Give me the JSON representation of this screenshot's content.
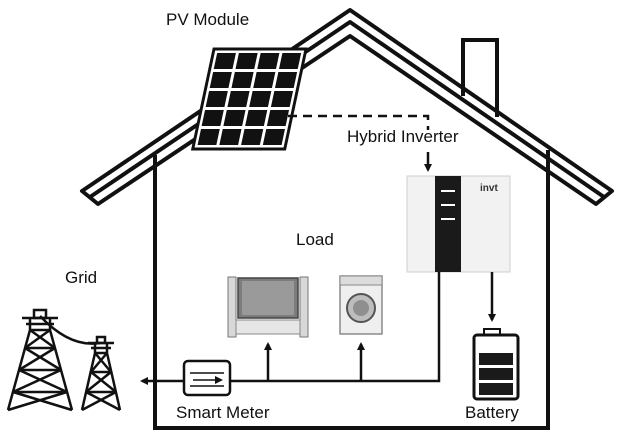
{
  "labels": {
    "pv_module": "PV Module",
    "hybrid_inverter": "Hybrid Inverter",
    "load": "Load",
    "grid": "Grid",
    "smart_meter": "Smart Meter",
    "battery": "Battery"
  },
  "inverter_brand": "invt",
  "icons": {
    "solar": "solar-panel-icon",
    "inverter": "inverter-icon",
    "tv": "tv-icon",
    "washer": "washing-machine-icon",
    "meter": "smart-meter-icon",
    "battery": "battery-icon",
    "tower": "transmission-tower-icon"
  },
  "colors": {
    "line": "#111111",
    "panel_cell": "#111111",
    "inverter_body": "#f2f2f2",
    "inverter_stripe": "#1a1a1a"
  }
}
